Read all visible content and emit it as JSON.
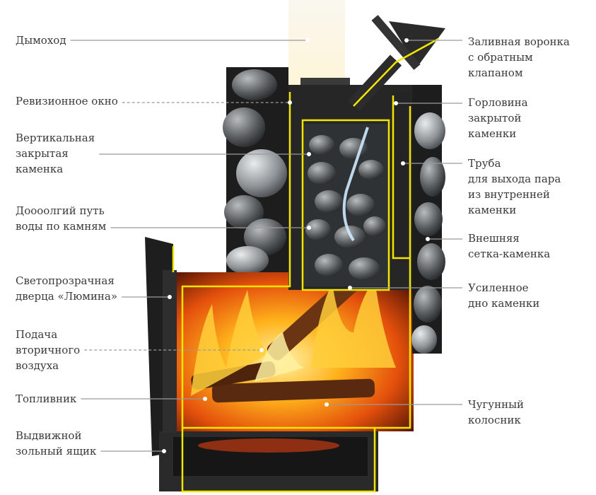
{
  "labels_left": [
    {
      "id": "chimney",
      "lines": [
        "Дымоход"
      ]
    },
    {
      "id": "inspection-window",
      "lines": [
        "Ревизионное окно"
      ]
    },
    {
      "id": "vertical-closed-heater",
      "lines": [
        "Вертикальная",
        "закрытая",
        "каменка"
      ]
    },
    {
      "id": "long-water-path",
      "lines": [
        "Доооолгий путь",
        "воды по камням"
      ]
    },
    {
      "id": "translucent-door",
      "lines": [
        "Светопрозрачная",
        "дверца «Люмина»"
      ]
    },
    {
      "id": "secondary-air",
      "lines": [
        "Подача",
        "вторичного",
        "воздуха"
      ]
    },
    {
      "id": "firebox",
      "lines": [
        "Топливник"
      ]
    },
    {
      "id": "ash-drawer",
      "lines": [
        "Выдвижной",
        "зольный ящик"
      ]
    }
  ],
  "labels_right": [
    {
      "id": "filling-funnel",
      "lines": [
        "Заливная воронка",
        "с обратным",
        "клапаном"
      ]
    },
    {
      "id": "heater-neck",
      "lines": [
        "Горловина",
        "закрытой",
        "каменки"
      ]
    },
    {
      "id": "steam-pipe",
      "lines": [
        "Труба",
        "для выхода пара",
        "из внутренней",
        "каменки"
      ]
    },
    {
      "id": "outer-mesh-heater",
      "lines": [
        "Внешняя",
        "сетка-каменка"
      ]
    },
    {
      "id": "reinforced-bottom",
      "lines": [
        "Усиленное",
        "дно каменки"
      ]
    },
    {
      "id": "cast-iron-grate",
      "lines": [
        "Чугунный",
        "колосник"
      ]
    }
  ],
  "colors": {
    "text": "#3a3a3a",
    "leader_line": "#9a9a9a",
    "outline_accent": "#f2e600",
    "steel": "#2b2b2b",
    "fire": "#ff8a1c",
    "stone": "#8e9397"
  }
}
